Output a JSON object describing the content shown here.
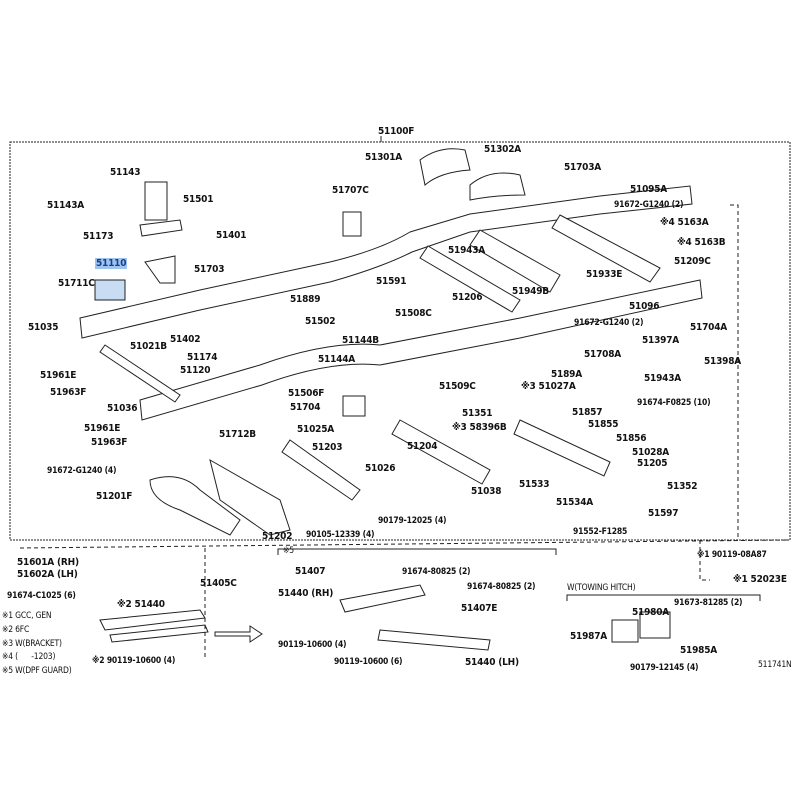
{
  "diagram": {
    "title": "51100F",
    "highlight_color": "#9cc4ef",
    "labels": [
      "51100F",
      "51143",
      "51143A",
      "51501",
      "51173",
      "51401",
      "51110",
      "51703",
      "51711C",
      "51035",
      "51301A",
      "51302A",
      "51703A",
      "51707C",
      "51095A",
      "91672-G1240 (2)",
      "※4 5163A",
      "※4 5163B",
      "51943A",
      "51209C",
      "51933E",
      "51591",
      "51206",
      "51949B",
      "51096",
      "51889",
      "51508C",
      "51502",
      "91672-G1240 (2)",
      "51704A",
      "51402",
      "51021B",
      "51144B",
      "51397A",
      "51961E",
      "51174",
      "51144A",
      "51708A",
      "51398A",
      "51120",
      "51963F",
      "51943A",
      "51509C",
      "※3 51027A",
      "51506F",
      "5189A",
      "51036",
      "51704",
      "91674-F0825 (10)",
      "51351",
      "51857",
      "51961E",
      "※3 58396B",
      "51712B",
      "51025A",
      "51855",
      "51963F",
      "51856",
      "51204",
      "51203",
      "51028A",
      "91672-G1240 (4)",
      "51026",
      "51205",
      "51038",
      "51533",
      "51352",
      "51201F",
      "51534A",
      "51597",
      "90179-12025 (4)",
      "91552-F1285",
      "51202",
      "90105-12339 (4)",
      "51601A (RH)",
      "51602A (LH)",
      "91674-C1025 (6)",
      "51405C",
      "※2 51440",
      "※2 90119-10600 (4)",
      "※5",
      "51407",
      "91674-80825 (2)",
      "51440 (RH)",
      "91674-80825 (2)",
      "51407E",
      "90119-10600 (4)",
      "90119-10600 (6)",
      "51440 (LH)",
      "※1 90119-08A87",
      "※1 52023E",
      "W(TOWING HITCH)",
      "91673-81285 (2)",
      "51980A",
      "51987A",
      "51985A",
      "90179-12145 (4)",
      "511741N"
    ],
    "notes": [
      "※1 GCC, GEN",
      "※2 6FC",
      "※3 W(BRACKET)",
      "※4 (      -1203)",
      "※5 W(DPF GUARD)"
    ]
  }
}
